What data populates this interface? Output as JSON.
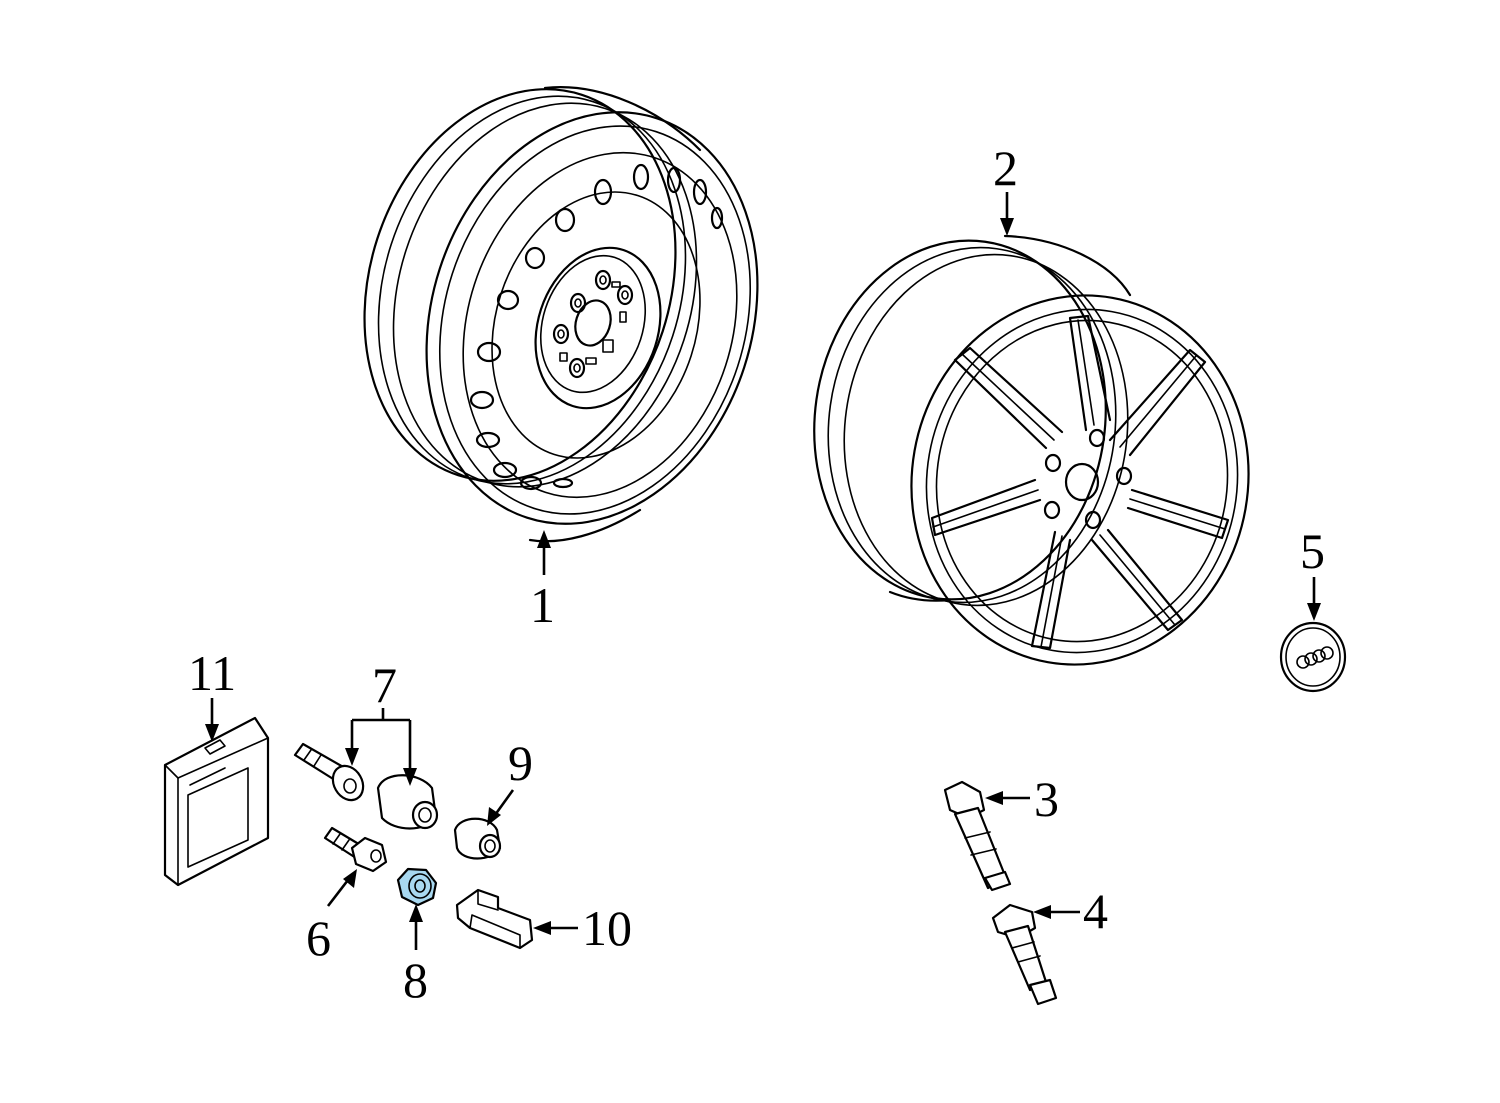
{
  "callouts": {
    "c1": "1",
    "c2": "2",
    "c3": "3",
    "c4": "4",
    "c5": "5",
    "c6": "6",
    "c7": "7",
    "c8": "8",
    "c9": "9",
    "c10": "10",
    "c11": "11"
  },
  "colors": {
    "highlight": "#a8d8f0",
    "line": "#000000",
    "background": "#ffffff"
  },
  "highlighted_part": "8"
}
